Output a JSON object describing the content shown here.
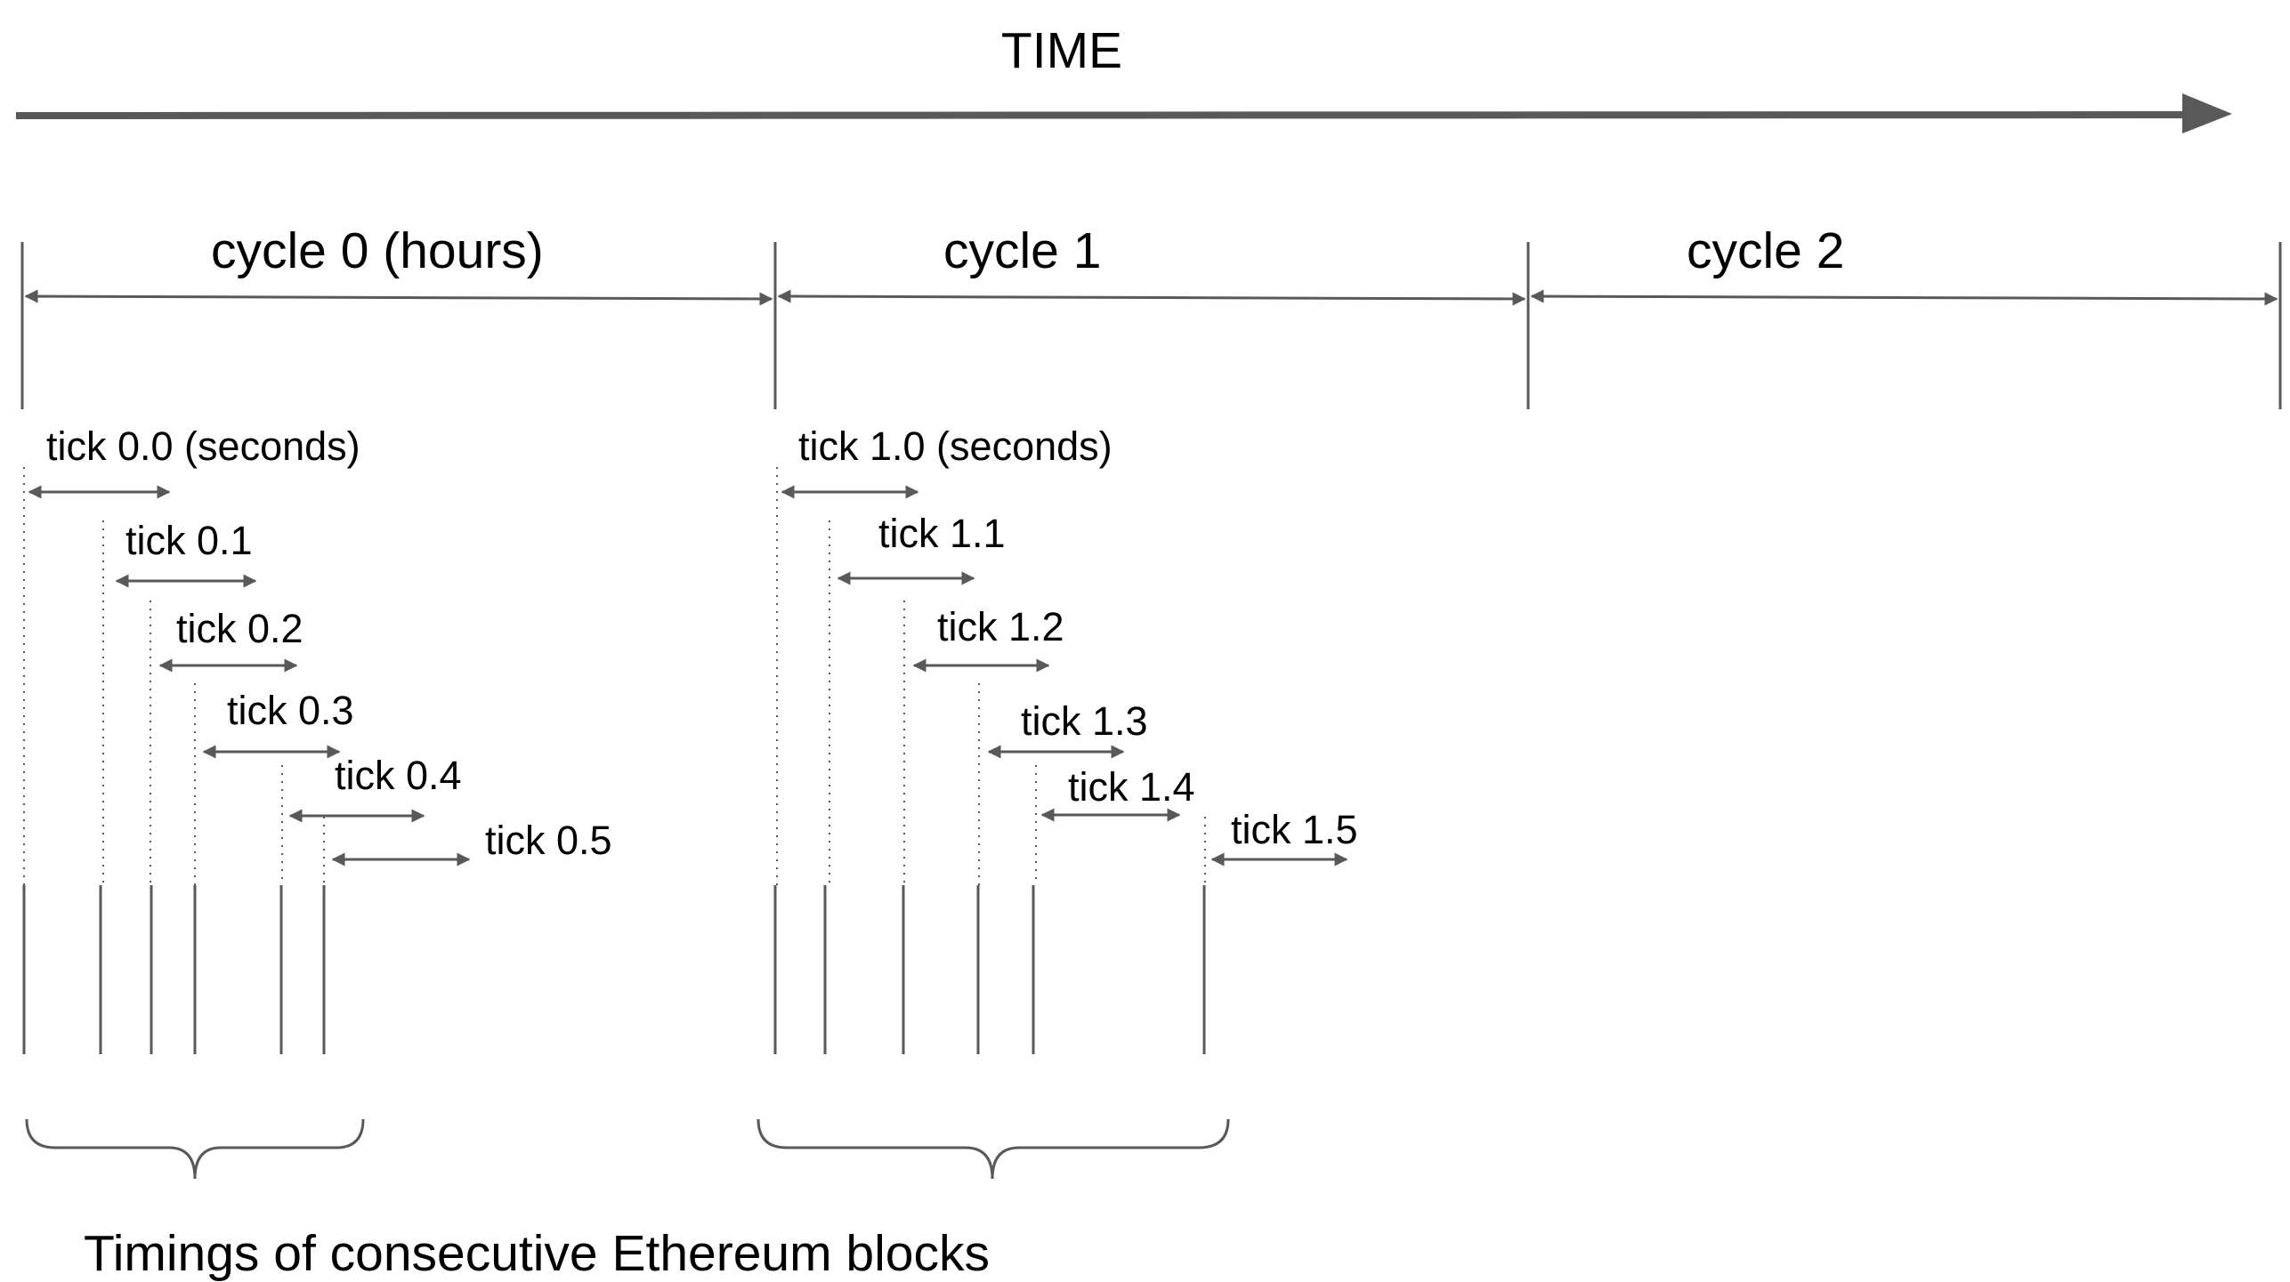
{
  "time_axis": {
    "label": "TIME"
  },
  "cycles": [
    {
      "label": "cycle 0 (hours)"
    },
    {
      "label": "cycle 1"
    },
    {
      "label": "cycle 2"
    }
  ],
  "ticks_cycle0": [
    {
      "label": "tick 0.0 (seconds)"
    },
    {
      "label": "tick 0.1"
    },
    {
      "label": "tick 0.2"
    },
    {
      "label": "tick 0.3"
    },
    {
      "label": "tick 0.4"
    },
    {
      "label": "tick 0.5"
    }
  ],
  "ticks_cycle1": [
    {
      "label": "tick 1.0 (seconds)"
    },
    {
      "label": "tick 1.1"
    },
    {
      "label": "tick 1.2"
    },
    {
      "label": "tick 1.3"
    },
    {
      "label": "tick 1.4"
    },
    {
      "label": "tick 1.5"
    }
  ],
  "caption": "Timings of consecutive Ethereum blocks",
  "colors": {
    "line": "#595959",
    "text": "#000000"
  }
}
